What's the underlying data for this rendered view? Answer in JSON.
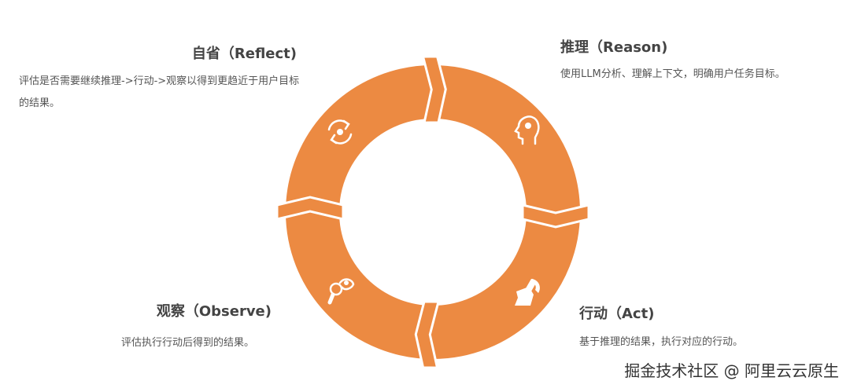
{
  "stages": {
    "reflect": {
      "title": "自省（Reflect)",
      "desc": "评估是否需要继续推理->行动->观察以得到更趋近于用户目标的结果。",
      "icon": "refresh-cycle-icon"
    },
    "reason": {
      "title": "推理（Reason)",
      "desc": "使用LLM分析、理解上下文，明确用户任务目标。",
      "icon": "head-gear-icon"
    },
    "act": {
      "title": "行动（Act)",
      "desc": "基于推理的结果，执行对应的行动。",
      "icon": "hand-hammer-icon"
    },
    "observe": {
      "title": "观察（Observe)",
      "desc": "评估执行行动后得到的结果。",
      "icon": "magnifier-eye-icon"
    }
  },
  "colors": {
    "ring": "#EC8A42",
    "title": "#444444",
    "text": "#555555"
  },
  "watermark": "掘金技术社区 @ 阿里云云原生"
}
